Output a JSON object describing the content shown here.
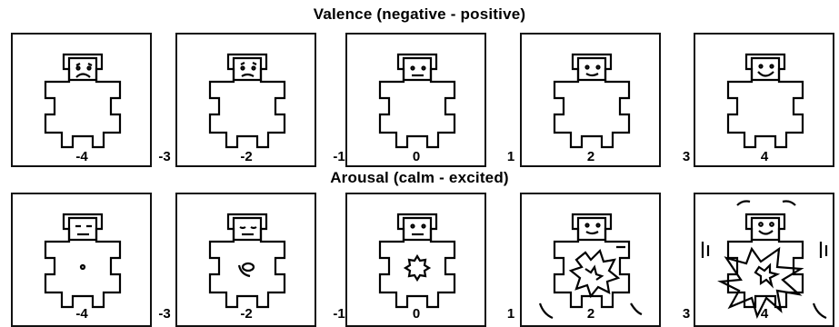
{
  "valence": {
    "title": "Valence (negative - positive)",
    "panels": [
      {
        "label": "-4",
        "icon": "very-sad-figure-icon"
      },
      {
        "label": "-2",
        "icon": "sad-figure-icon"
      },
      {
        "label": "0",
        "icon": "neutral-figure-icon"
      },
      {
        "label": "2",
        "icon": "smiling-figure-icon"
      },
      {
        "label": "4",
        "icon": "happy-figure-icon"
      }
    ],
    "between_labels": [
      "-3",
      "-1",
      "1",
      "3"
    ]
  },
  "arousal": {
    "title": "Arousal (calm - excited)",
    "panels": [
      {
        "label": "-4",
        "icon": "sleepy-figure-dot-icon"
      },
      {
        "label": "-2",
        "icon": "calm-figure-small-swirl-icon"
      },
      {
        "label": "0",
        "icon": "figure-gear-icon"
      },
      {
        "label": "2",
        "icon": "figure-burst-icon"
      },
      {
        "label": "4",
        "icon": "figure-explosion-icon"
      }
    ],
    "between_labels": [
      "-3",
      "-1",
      "1",
      "3"
    ]
  }
}
